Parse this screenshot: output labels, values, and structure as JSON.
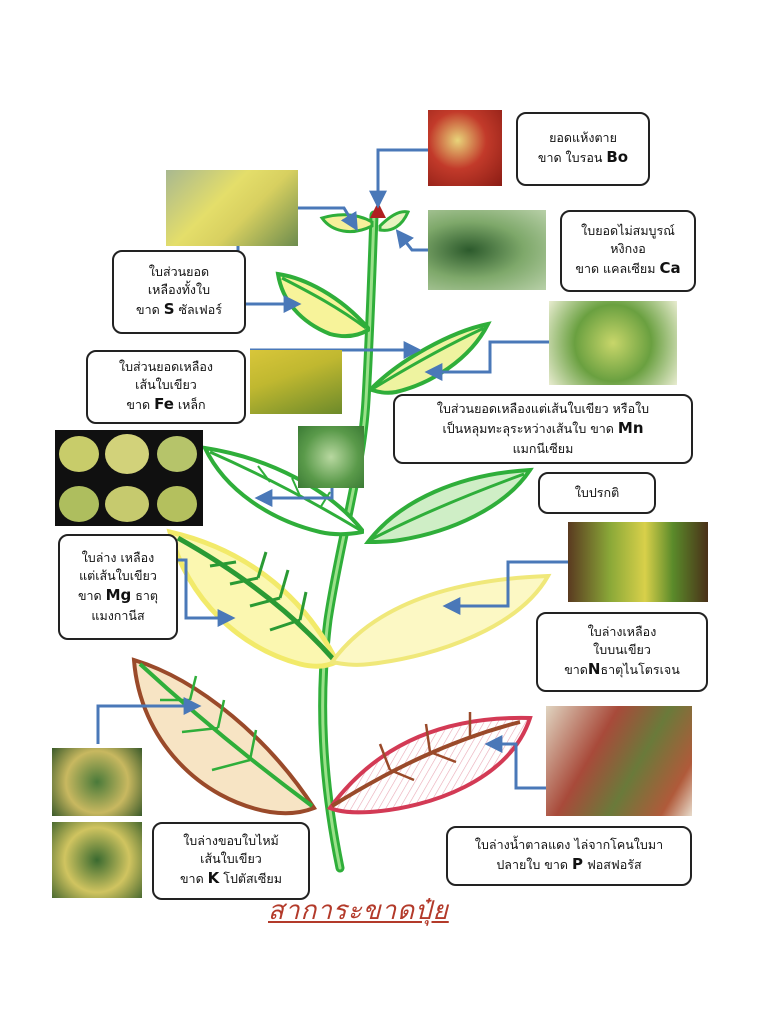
{
  "labels": {
    "boron": {
      "l1": "ยอดแห้งตาย",
      "l2a": "ขาด ใบรอน ",
      "l2b": "Bo"
    },
    "calcium": {
      "l1": "ใบยอดไม่สมบูรณ์",
      "l2": "หงิกงอ",
      "l3a": "ขาด แคลเซียม ",
      "l3b": "Ca"
    },
    "sulfur": {
      "l1": "ใบส่วนยอด",
      "l2": "เหลืองทั้งใบ",
      "l3a": "ขาด ",
      "l3b": "S",
      "l3c": " ซัลเฟอร์"
    },
    "iron": {
      "l1": "ใบส่วนยอดเหลือง",
      "l2": "เส้นใบเขียว",
      "l3a": "ขาด ",
      "l3b": "Fe",
      "l3c": " เหล็ก"
    },
    "manganese": {
      "l1": "ใบส่วนยอดเหลืองแต่เส้นใบเขียว  หรือใบ",
      "l2a": "เป็นหลุมทะลุระหว่างเส้นใบ   ขาด ",
      "l2b": "Mn",
      "l3": "แมกนีเซียม"
    },
    "normal": {
      "l1": "ใบปรกติ"
    },
    "magnesium": {
      "l1": "ใบล่าง เหลือง",
      "l2": "แต่เส้นใบเขียว",
      "l3a": "ขาด ",
      "l3b": "Mg",
      "l3c": " ธาตุ",
      "l4": "แมงกานีส"
    },
    "nitrogen": {
      "l1": "ใบล่างเหลือง",
      "l2": "ใบบนเขียว",
      "l3a": "ขาด",
      "l3b": "N",
      "l3c": "ธาตุไนโตรเจน"
    },
    "potassium": {
      "l1": "ใบล่างขอบใบไหม้",
      "l2": "เส้นใบเขียว",
      "l3a": "ขาด ",
      "l3b": "K",
      "l3c": "  โปตัสเซียม"
    },
    "phosphorus": {
      "l1": "ใบล่างน้ำตาลแดง  ไล่จากโคนใบมา",
      "l2a": "ปลายใบ  ขาด ",
      "l2b": "P",
      "l2c": "  ฟอสฟอรัส"
    }
  },
  "signature": "สาการะขาดปุ๋ย",
  "colors": {
    "arrow": "#4a78b8",
    "stem": "#2fae3a",
    "border": "#222222"
  }
}
